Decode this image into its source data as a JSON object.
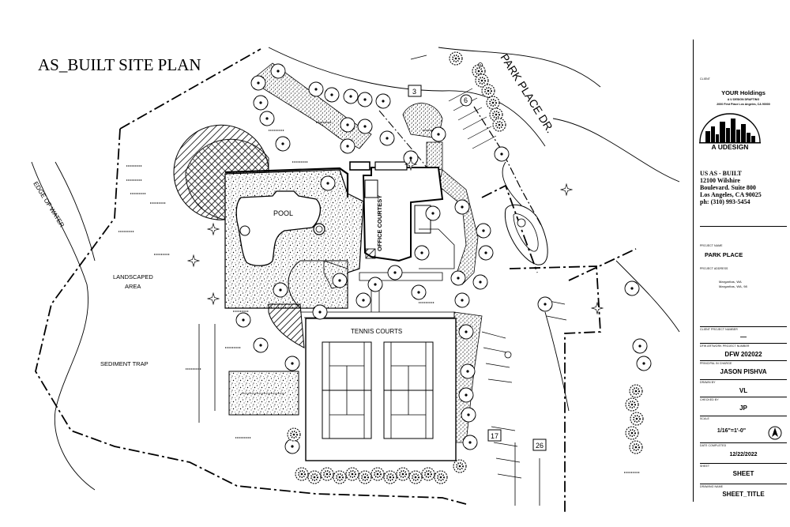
{
  "drawing": {
    "title": "AS_BUILT SITE PLAN",
    "street": "PARK PLACE DR.",
    "edge_label": "EDGE OF WATER",
    "landscaped": [
      "LANDSCAPED",
      "AREA"
    ],
    "sediment": "SEDIMENT TRAP",
    "pool": "POOL",
    "tennis": "TENNIS COURTS",
    "building": "OFFICE COURTESY",
    "space_numbers": [
      "3",
      "6",
      "17",
      "26"
    ]
  },
  "title_block": {
    "client_heading": "CLIENT",
    "client_name": "YOUR Holdings",
    "client_sub1": "A U DESIGN DRAFTING",
    "client_sub2": "2000 First Place Los Angeles, CA 90000",
    "logo_text": "A UDESIGN",
    "firm_lines": [
      "US AS - BUILT",
      "12100 Wilshire",
      "Boulevard. Suite 800",
      "Los Angeles, CA 90025",
      "ph: (310) 993-5454"
    ],
    "project_name_heading": "PROJECT NAME",
    "project_name": "PARK PLACE",
    "project_address_heading": "PROJECT ADDRESS",
    "project_address_1": "Margaritas, WA",
    "project_address_2": "Margaritas, WA, 98",
    "client_project_heading": "CLIENT PROJECT NUMBER",
    "client_project_value": "—",
    "dfw_heading": "DFW ARTWORK PROJECT NUMBER",
    "dfw_value": "DFW 202022",
    "principal_heading": "PRINCIPAL IN CHARGE",
    "principal_value": "JASON PISHVA",
    "drawn_heading": "DRAWN BY",
    "drawn_value": "VL",
    "checked_heading": "CHECKED BY",
    "checked_value": "JP",
    "scale_heading": "SCALE",
    "scale_value": "1/16\"=1'-0\"",
    "date_heading": "DATE COMPLETED",
    "date_value": "12/22/2022",
    "sheet_heading": "SHEET",
    "sheet_value": "SHEET",
    "drawing_heading": "DRAWING NAME",
    "drawing_value": "SHEET_TITLE"
  }
}
